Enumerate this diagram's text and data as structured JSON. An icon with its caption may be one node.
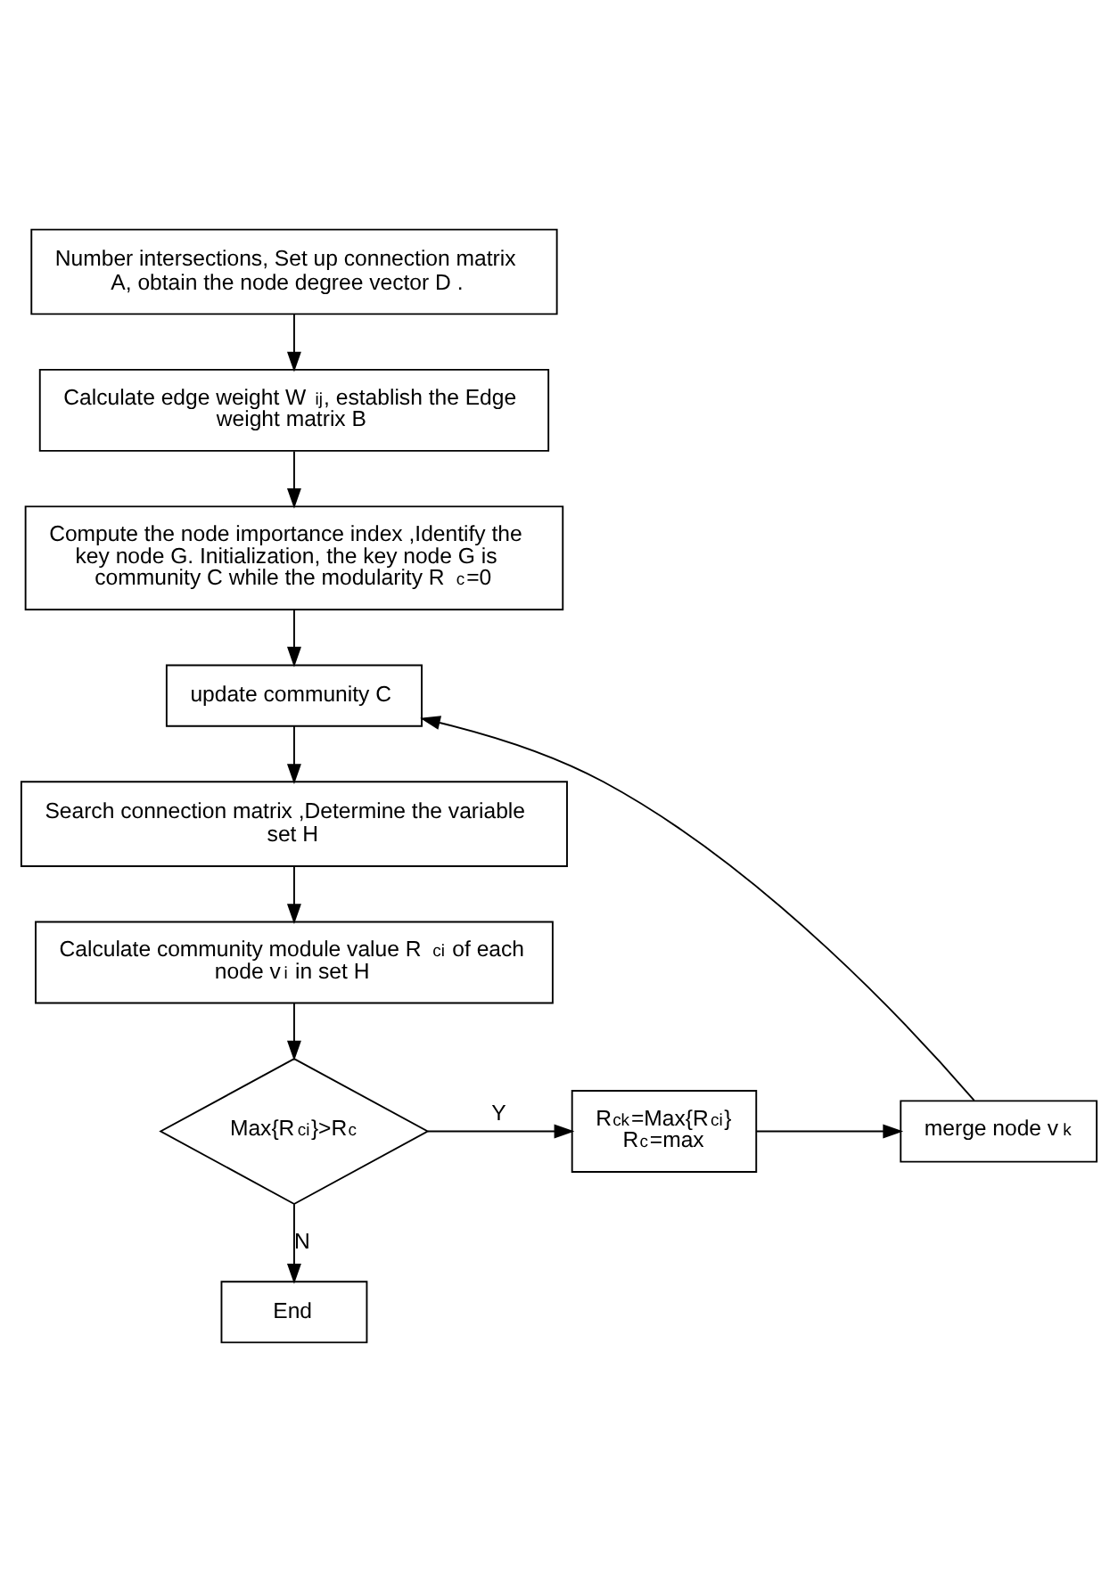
{
  "diagram": {
    "nodes": [
      {
        "text": [
          "Number intersections, Set up connection matrix A, obtain the node degree vector D ."
        ]
      },
      {
        "text": [
          "Calculate edge weight W$_{ij}$, establish the Edge weight matrix B"
        ]
      },
      {
        "text": [
          "Compute the node importance index ,Identify the key node G. Initialization, the key node G is community C while the modularity R$_{c}$=0"
        ]
      },
      {
        "text": [
          "update community C"
        ]
      },
      {
        "text": [
          "Search connection matrix ,Determine the variable set H"
        ]
      },
      {
        "text": [
          "Calculate community module value R$_{ci}$ of each node v$_{i}$ in set H"
        ]
      },
      {
        "text": [
          "Max{R$_{ci}$}>R$_{c}$"
        ]
      },
      {
        "text": [
          "R$_{ck}$=Max{R$_{ci}$}",
          "R$_{c}$=max"
        ]
      },
      {
        "text": [
          "merge node v$_{k}$"
        ]
      },
      {
        "text": [
          "End"
        ]
      }
    ],
    "edges": [
      {
        "from": 0,
        "to": 1,
        "arrow": "to"
      },
      {
        "from": 1,
        "to": 2,
        "arrow": "to"
      },
      {
        "from": 2,
        "to": 3,
        "arrow": "to"
      },
      {
        "from": 3,
        "to": 4,
        "arrow": "to"
      },
      {
        "from": 4,
        "to": 5,
        "arrow": "to"
      },
      {
        "from": 5,
        "to": 6,
        "arrow": "to"
      },
      {
        "from": 6,
        "to": 7,
        "arrow": "to",
        "label": "Y"
      },
      {
        "from": 7,
        "to": 8,
        "arrow": "to"
      },
      {
        "from": 8,
        "to": 3,
        "arrow": "to"
      },
      {
        "from": 6,
        "to": 9,
        "arrow": "to",
        "label": "N"
      }
    ]
  }
}
